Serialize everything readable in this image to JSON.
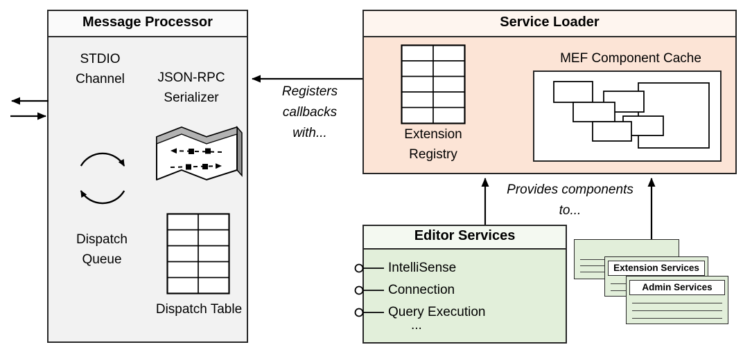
{
  "colors": {
    "message_processor_fill": "#f2f2f2",
    "service_loader_fill": "#fce4d6",
    "editor_services_fill": "#e2efda",
    "border": "#262626"
  },
  "message_processor": {
    "title": "Message Processor",
    "stdio_label": "STDIO Channel",
    "serializer_label": "JSON-RPC Serializer",
    "queue_label": "Dispatch Queue",
    "table_label": "Dispatch Table"
  },
  "service_loader": {
    "title": "Service Loader",
    "registry_label": "Extension Registry",
    "cache_label": "MEF Component Cache"
  },
  "editor_services": {
    "title": "Editor Services",
    "items": [
      "IntelliSense",
      "Connection",
      "Query Execution"
    ],
    "more_indicator": "..."
  },
  "service_stack": {
    "extension_card_title": "Extension Services",
    "admin_card_title": "Admin Services"
  },
  "annotations": {
    "registers_label": "Registers callbacks with...",
    "provides_label": "Provides components to..."
  },
  "icons": {
    "stdio_arrows": "bidirectional-arrows-icon",
    "dispatch_queue": "cycle-arrows-icon",
    "json_rpc_serializer": "flow-ribbon-icon",
    "dispatch_table": "table-grid-icon",
    "extension_registry": "table-grid-icon",
    "mef_component_cache": "component-cluster-icon",
    "editor_service_port": "lollipop-connector-icon"
  }
}
